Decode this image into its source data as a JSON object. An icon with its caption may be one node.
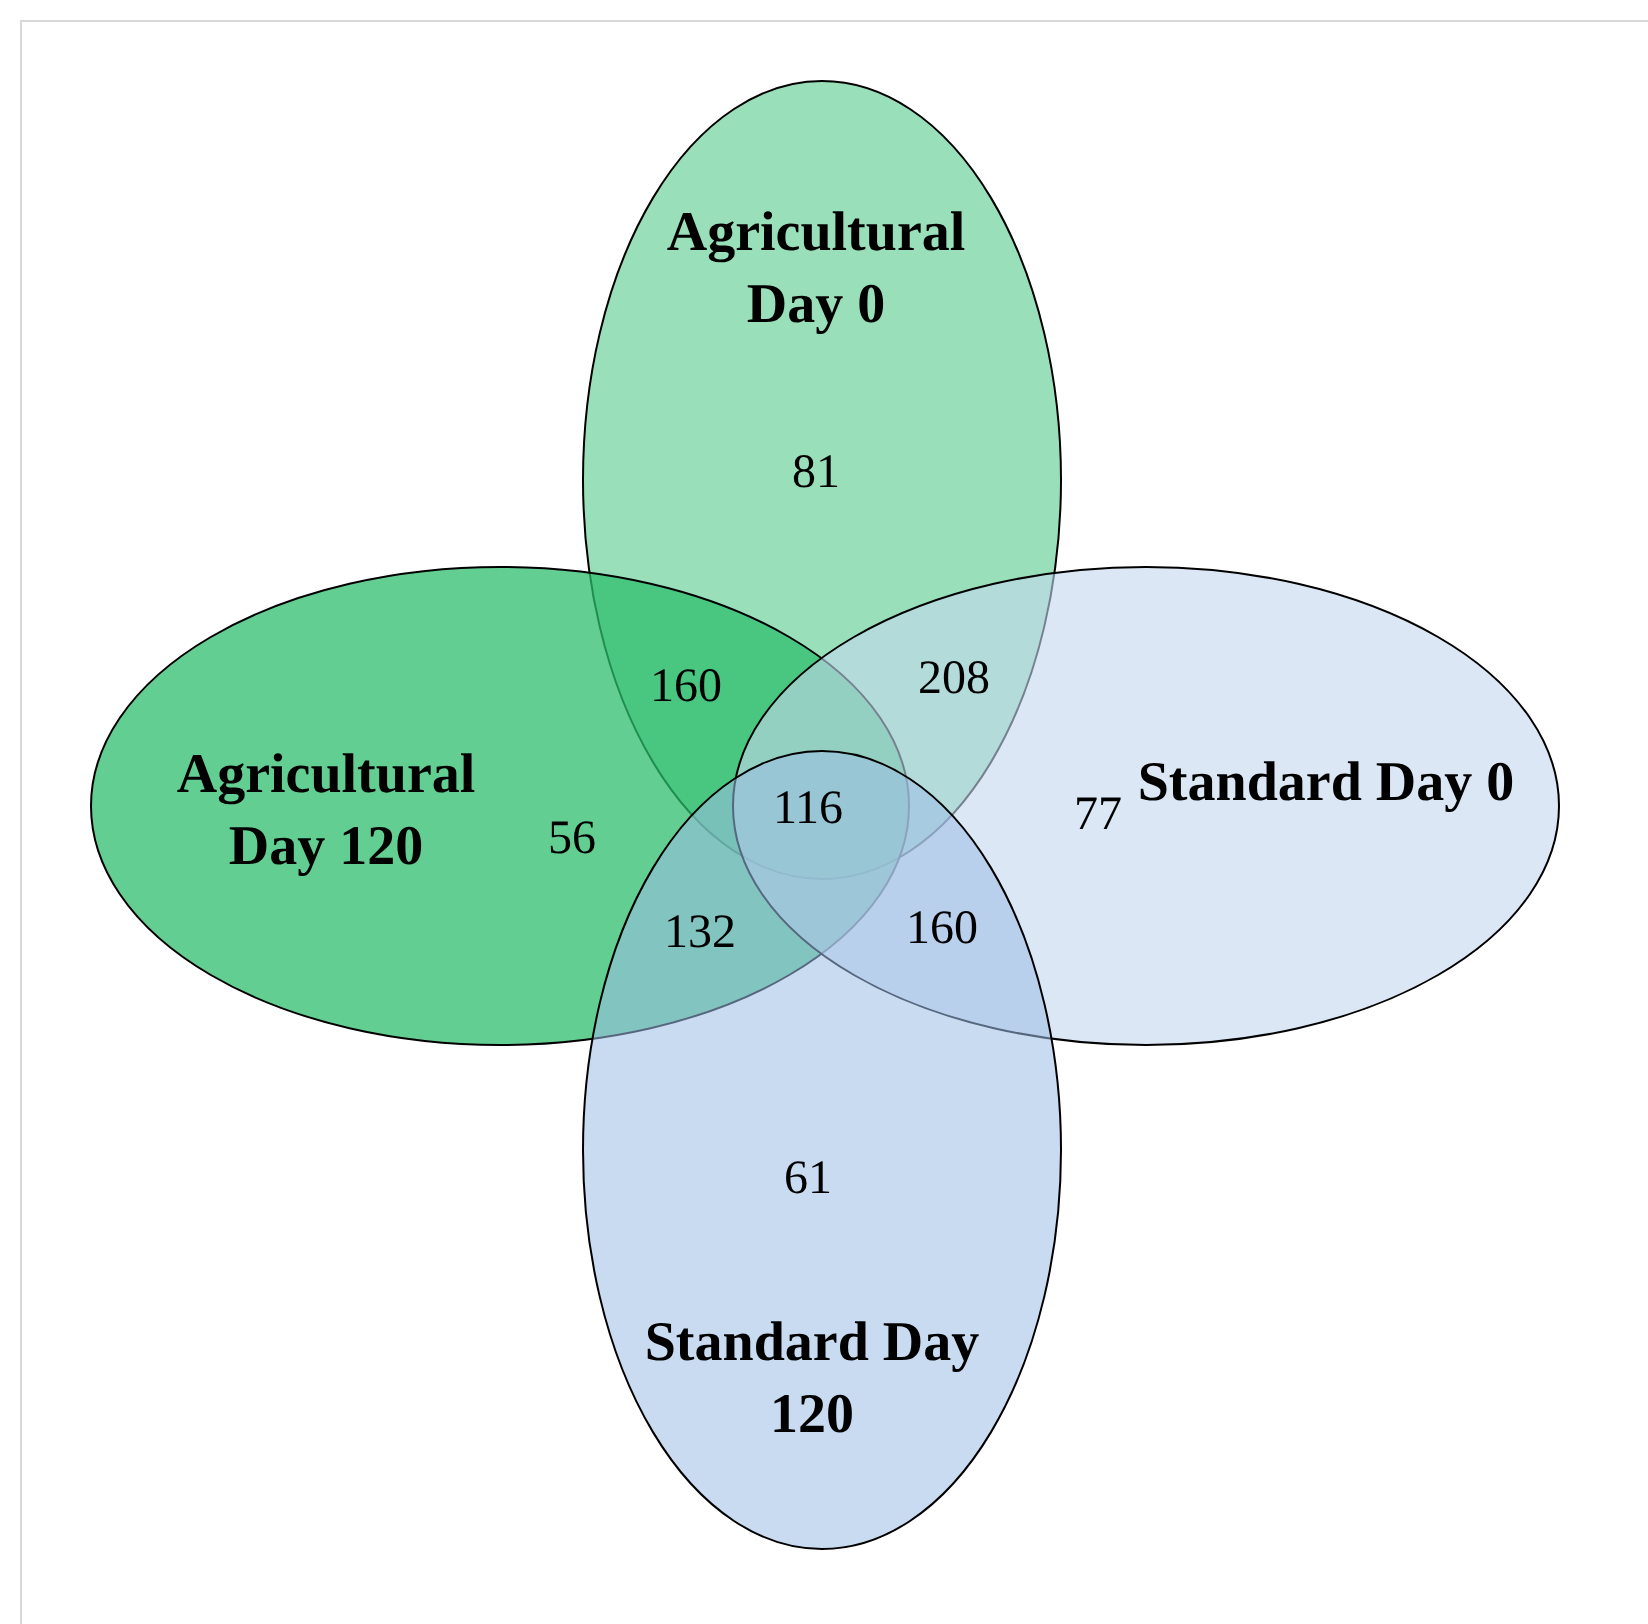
{
  "diagram": {
    "nodes": [
      {
        "text": [
          "Agricultural Day 0"
        ]
      },
      {
        "text": [
          "Agricultural Day 120"
        ]
      },
      {
        "text": [
          "Standard Day 0"
        ]
      },
      {
        "text": [
          "Standard Day 120"
        ]
      }
    ],
    "labels": [
      "81",
      "160",
      "208",
      "56",
      "116",
      "77",
      "132",
      "160",
      "61"
    ]
  }
}
